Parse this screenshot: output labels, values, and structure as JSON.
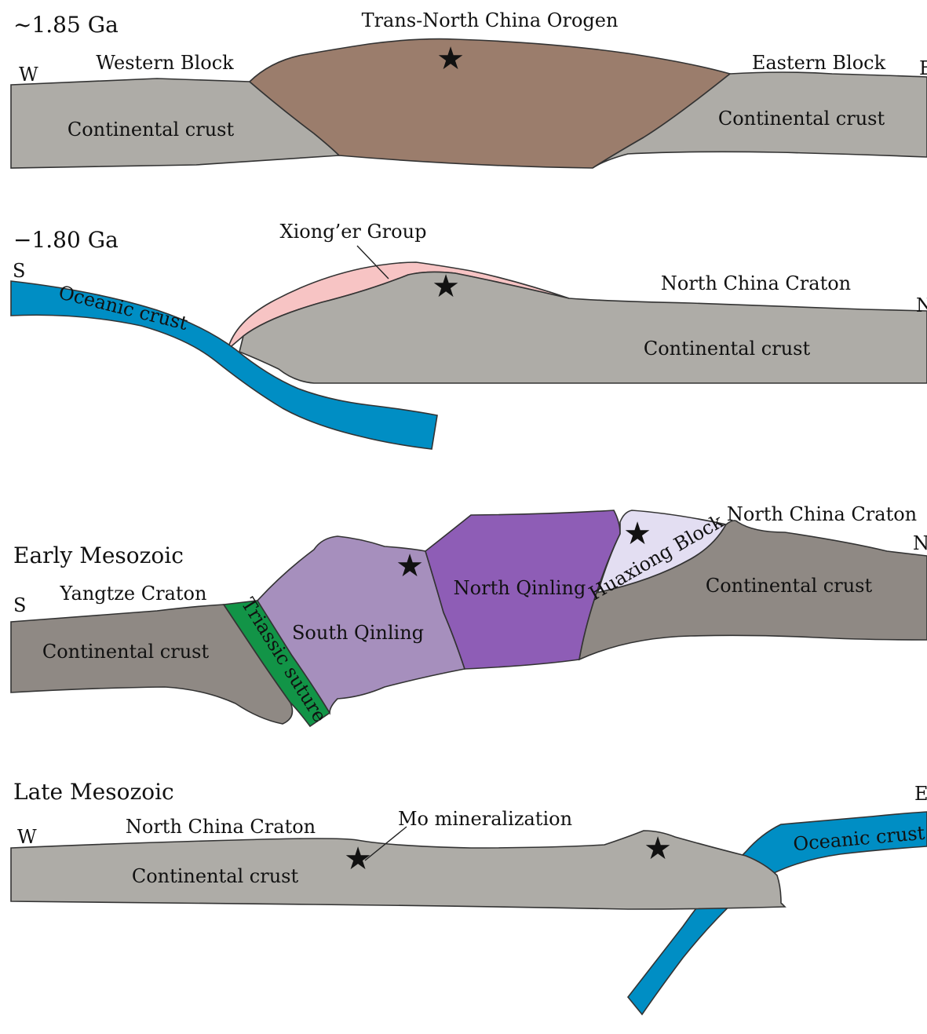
{
  "colors": {
    "continental_light": "#aeaca7",
    "continental_dark": "#8f8984",
    "orogen": "#9b7d6c",
    "xionger": "#f7c4c4",
    "oceanic": "#008ec4",
    "suture": "#129447",
    "south_qinling": "#a68fbd",
    "north_qinling": "#8e5db6",
    "huaxiong": "#e3def2",
    "star": "#e52b2b"
  },
  "panels": [
    {
      "age": "~1.85 Ga",
      "dir_left": "W",
      "dir_right": "E",
      "labels": {
        "orogen": "Trans-North China Orogen",
        "western_block": "Western Block",
        "eastern_block": "Eastern Block",
        "crust_left": "Continental crust",
        "crust_right": "Continental crust"
      }
    },
    {
      "age": "−1.80 Ga",
      "dir_left": "S",
      "dir_right": "N",
      "labels": {
        "xionger": "Xiong’er Group",
        "craton": "North China Craton",
        "oceanic": "Oceanic crust",
        "crust": "Continental crust"
      }
    },
    {
      "age": "Early Mesozoic",
      "dir_left": "S",
      "dir_right": "N",
      "labels": {
        "yangtze": "Yangtze Craton",
        "crust_left": "Continental crust",
        "suture": "Triassic suture",
        "south_qinling": "South Qinling",
        "north_qinling": "North Qinling",
        "huaxiong": "Huaxiong Block",
        "craton": "North China Craton",
        "crust_right": "Continental crust"
      }
    },
    {
      "age": "Late Mesozoic",
      "dir_left": "W",
      "dir_right": "E",
      "labels": {
        "craton": "North China Craton",
        "mo": "Mo mineralization",
        "crust": "Continental crust",
        "oceanic": "Oceanic crust"
      }
    }
  ]
}
